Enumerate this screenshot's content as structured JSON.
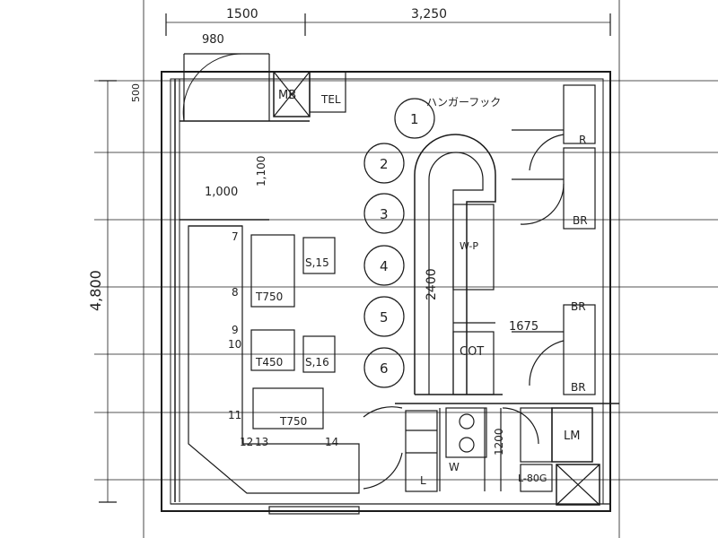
{
  "dimensions": {
    "top_left": "1500",
    "top_right": "3,250",
    "door": "980",
    "left_small": "500",
    "height_total": "4,800",
    "side_1100": "1,100",
    "side_1000": "1,000",
    "counter_2400": "2400",
    "right_1675": "1675",
    "right_1200": "1200"
  },
  "rooms": {
    "mb": "MB",
    "tel": "TEL",
    "hanger": "ハンガーフック",
    "cot": "COT",
    "lm": "LM",
    "l80g": "L-80G",
    "l": "L",
    "w": "W",
    "wp": "W-P"
  },
  "stools": [
    "1",
    "2",
    "3",
    "4",
    "5",
    "6"
  ],
  "seat_numbers": [
    "7",
    "8",
    "9",
    "10",
    "11",
    "12",
    "13",
    "14"
  ],
  "tables": {
    "t750_top": "T750",
    "t450": "T450",
    "t750_bottom": "T750",
    "s15": "S,15",
    "s16": "S,16"
  },
  "equipment_right": [
    "R",
    "BR",
    "BR",
    "BR"
  ]
}
